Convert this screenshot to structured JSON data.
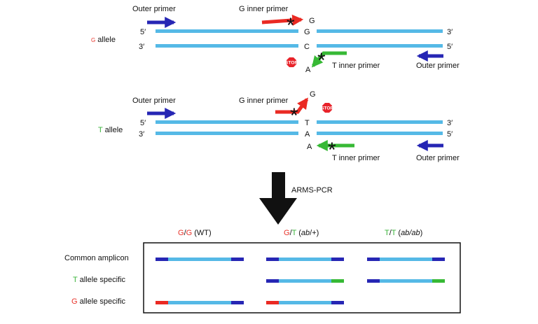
{
  "colors": {
    "strand": "#55b9e6",
    "outer_arrow": "#2626b4",
    "g_arrow": "#ea2a23",
    "t_arrow": "#37b935",
    "g_text": "#e8332a",
    "t_text": "#3cb43c",
    "stop": "#e8232a"
  },
  "g_panel": {
    "allele_letter": "G",
    "allele_word": " allele",
    "outer_primer_left": "Outer primer",
    "inner_primer": "G inner primer",
    "top_base": "G",
    "top_5": "5′",
    "top_3": "3′",
    "bottom_base": "C",
    "bottom_3": "3′",
    "bottom_5": "5′",
    "inner_tip_base": "G",
    "t_inner_primer": "T inner primer",
    "mismatch_base": "A",
    "outer_primer_right": "Outer primer",
    "stop": "STOP",
    "mismatch_mark": "*",
    "match_mark": "*"
  },
  "t_panel": {
    "allele_letter": "T",
    "allele_word": " allele",
    "outer_primer_left": "Outer primer",
    "inner_primer": "G inner primer",
    "top_base": "T",
    "top_5": "5′",
    "top_3": "3′",
    "bottom_base": "A",
    "bottom_3": "3′",
    "bottom_5": "5′",
    "inner_tip_base": "G",
    "t_inner_primer": "T inner primer",
    "t_tip_base": "A",
    "outer_primer_right": "Outer primer",
    "stop": "STOP",
    "mark_g": "*",
    "mark_t": "*"
  },
  "method": "ARMS-PCR",
  "results": {
    "columns": [
      {
        "a": "G",
        "sep": "/",
        "b": "G",
        "suffix": " (WT)",
        "italic_part": "",
        "close": ""
      },
      {
        "a": "G",
        "sep": "/",
        "b": "T",
        "suffix": " (",
        "italic_part": "ab",
        "close": "/+)"
      },
      {
        "a": "T",
        "sep": "/",
        "b": "T",
        "suffix": " (",
        "italic_part": "ab/ab",
        "close": ")"
      }
    ],
    "rows": {
      "common": "Common amplicon",
      "t_letter": "T",
      "t_rest": " allele specific",
      "g_letter": "G",
      "g_rest": " allele specific"
    }
  }
}
